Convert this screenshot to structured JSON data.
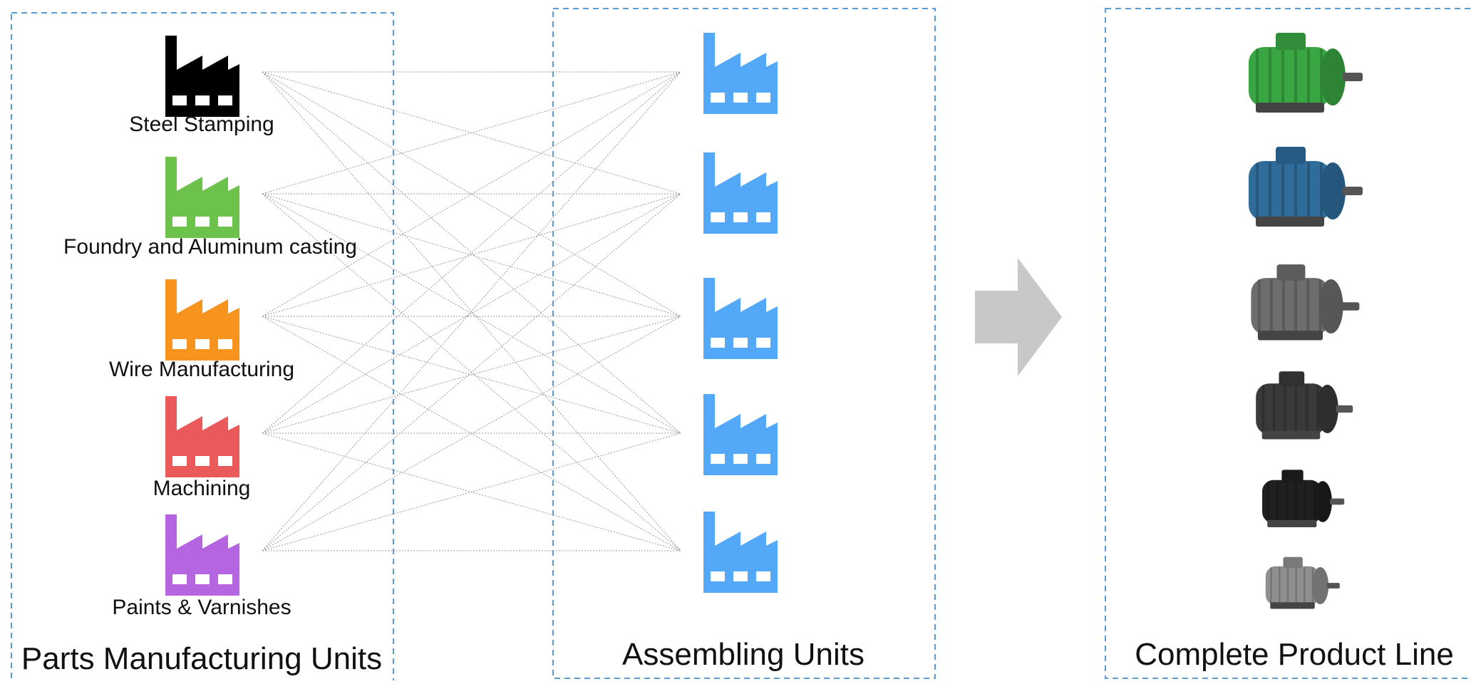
{
  "sections": {
    "parts": {
      "title": "Parts Manufacturing Units"
    },
    "assembly": {
      "title": "Assembling Units"
    },
    "products": {
      "title": "Complete Product Line"
    }
  },
  "parts_units": [
    {
      "label": "Steel Stamping",
      "color": "#000000"
    },
    {
      "label": "Foundry and Aluminum casting",
      "color": "#6cc24a"
    },
    {
      "label": "Wire Manufacturing",
      "color": "#f7941d"
    },
    {
      "label": "Machining",
      "color": "#eb5a5a"
    },
    {
      "label": "Paints & Varnishes",
      "color": "#b565e0"
    }
  ],
  "assembly_units": [
    {
      "color": "#53a8f7"
    },
    {
      "color": "#53a8f7"
    },
    {
      "color": "#53a8f7"
    },
    {
      "color": "#53a8f7"
    },
    {
      "color": "#53a8f7"
    }
  ],
  "products": [
    {
      "name": "motor-green-icon",
      "color": "#3aa643"
    },
    {
      "name": "motor-blue-icon",
      "color": "#2f6c9a"
    },
    {
      "name": "motor-gray-icon",
      "color": "#6d6d6d"
    },
    {
      "name": "motor-dark-icon",
      "color": "#3a3a3a"
    },
    {
      "name": "motor-black-icon",
      "color": "#1f1f1f"
    },
    {
      "name": "motor-silver-icon",
      "color": "#8f8f8f"
    }
  ],
  "colors": {
    "border": "#5b9bd5",
    "connector": "#9a9a9a",
    "arrow": "#c8c8c8"
  }
}
